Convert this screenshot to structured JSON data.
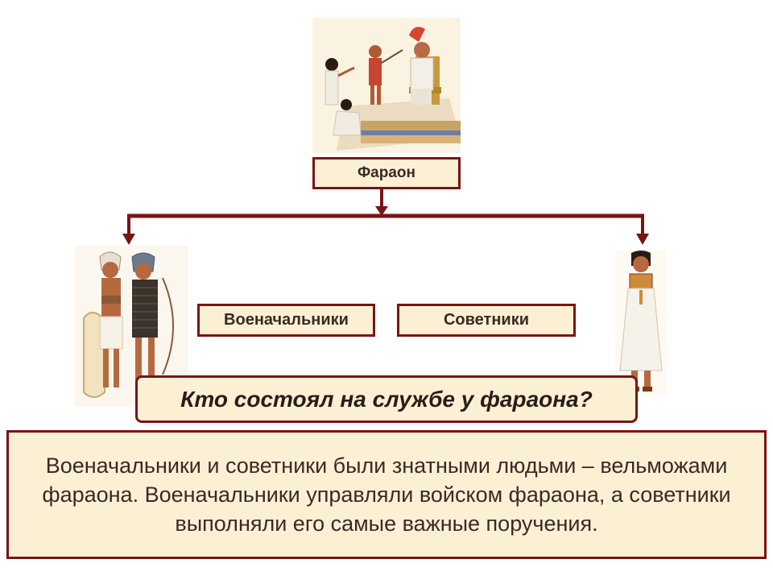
{
  "diagram": {
    "top_node": "Фараон",
    "left_node": "Военачальники",
    "right_node": "Советники",
    "question": "Кто состоял на службе у фараона?",
    "answer": "Военачальники и советники были знатными людьми – вельможами фараона. Военачальники управляли войском фараона, а советники выполняли его самые важные поручения."
  },
  "colors": {
    "border": "#7a1414",
    "box_fill": "#fbf0d4",
    "text": "#3b2a22"
  },
  "illustrations": [
    "pharaoh-throne-scene",
    "soldiers-figure",
    "advisor-figure"
  ]
}
